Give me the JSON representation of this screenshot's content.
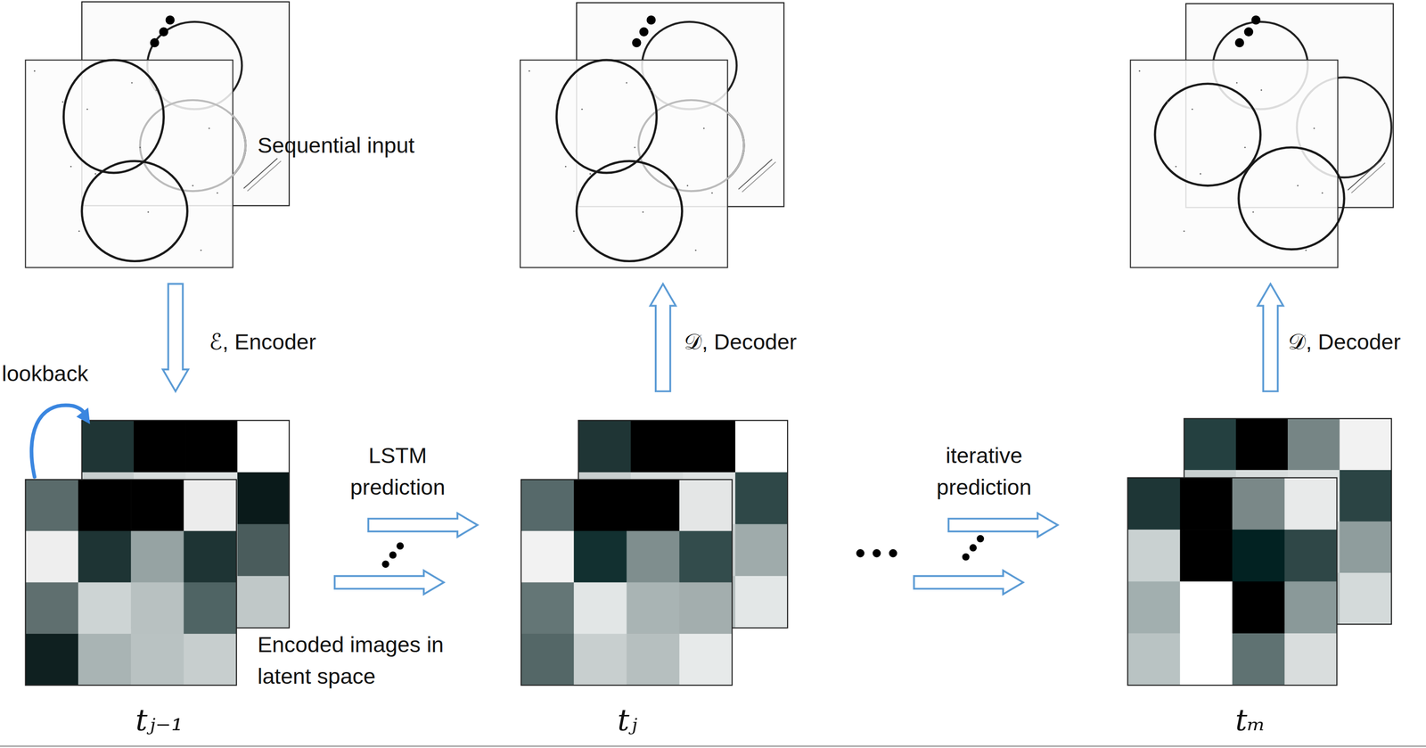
{
  "diagram": {
    "labels": [
      "Sequential input",
      "ℰ, Encoder",
      "𝒟, Decoder",
      "𝒟, Decoder",
      "lookback",
      "LSTM prediction",
      "iterative prediction",
      "Encoded images in latent space",
      "tⱼ₋₁",
      "tⱼ",
      "tₘ"
    ]
  }
}
